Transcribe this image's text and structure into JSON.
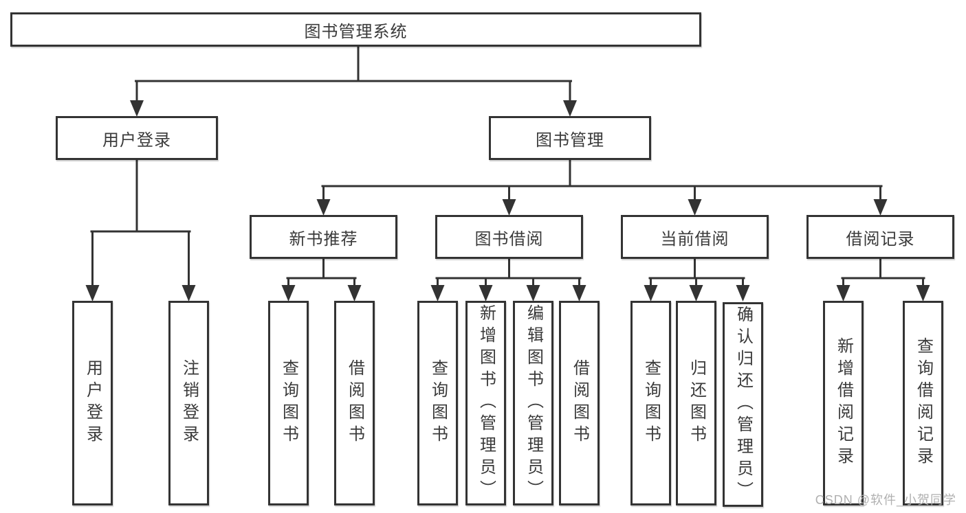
{
  "tree": {
    "root": "图书管理系统",
    "level2": [
      {
        "label": "用户登录",
        "leaves": [
          "用户登录",
          "注销登录"
        ]
      },
      {
        "label": "图书管理"
      }
    ],
    "level3": [
      {
        "label": "新书推荐",
        "leaves": [
          "查询图书",
          "借阅图书"
        ]
      },
      {
        "label": "图书借阅",
        "leaves": [
          "查询图书",
          "新增图书（管理员）",
          "编辑图书（管理员）",
          "借阅图书"
        ]
      },
      {
        "label": "当前借阅",
        "leaves": [
          "查询图书",
          "归还图书",
          "确认归还（管理员）"
        ]
      },
      {
        "label": "借阅记录",
        "leaves": [
          "新增借阅记录",
          "查询借阅记录"
        ]
      }
    ]
  },
  "watermark": "CSDN @软件_小贺同学",
  "colors": {
    "line": "#333333",
    "text": "#3a3a3a",
    "watermark": "#b0b0b0",
    "background": "#ffffff"
  }
}
